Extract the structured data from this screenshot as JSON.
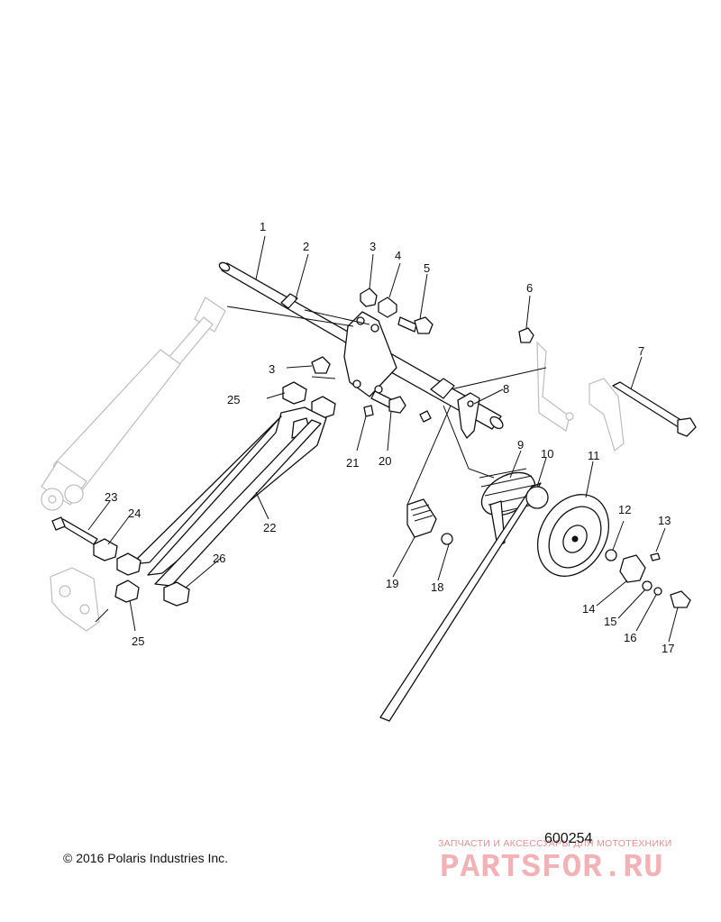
{
  "diagram": {
    "id": "600254",
    "copyright": "© 2016 Polaris Industries Inc.",
    "watermark": {
      "tagline": "ЗАПЧАСТИ И АКСЕССУАРЫ ДЛЯ МОТОТЕХНИКИ",
      "brand": "PARTSFOR.RU"
    },
    "callouts": [
      {
        "id": "1",
        "label": "1"
      },
      {
        "id": "2",
        "label": "2"
      },
      {
        "id": "3a",
        "label": "3"
      },
      {
        "id": "3b",
        "label": "3"
      },
      {
        "id": "4",
        "label": "4"
      },
      {
        "id": "5",
        "label": "5"
      },
      {
        "id": "6",
        "label": "6"
      },
      {
        "id": "7",
        "label": "7"
      },
      {
        "id": "8",
        "label": "8"
      },
      {
        "id": "9",
        "label": "9"
      },
      {
        "id": "10",
        "label": "10"
      },
      {
        "id": "11",
        "label": "11"
      },
      {
        "id": "12",
        "label": "12"
      },
      {
        "id": "13",
        "label": "13"
      },
      {
        "id": "14",
        "label": "14"
      },
      {
        "id": "15",
        "label": "15"
      },
      {
        "id": "16",
        "label": "16"
      },
      {
        "id": "17",
        "label": "17"
      },
      {
        "id": "18",
        "label": "18"
      },
      {
        "id": "19",
        "label": "19"
      },
      {
        "id": "20",
        "label": "20"
      },
      {
        "id": "21",
        "label": "21"
      },
      {
        "id": "22",
        "label": "22"
      },
      {
        "id": "23",
        "label": "23"
      },
      {
        "id": "24",
        "label": "24"
      },
      {
        "id": "25a",
        "label": "25"
      },
      {
        "id": "25b",
        "label": "25"
      },
      {
        "id": "26",
        "label": "26"
      }
    ]
  }
}
